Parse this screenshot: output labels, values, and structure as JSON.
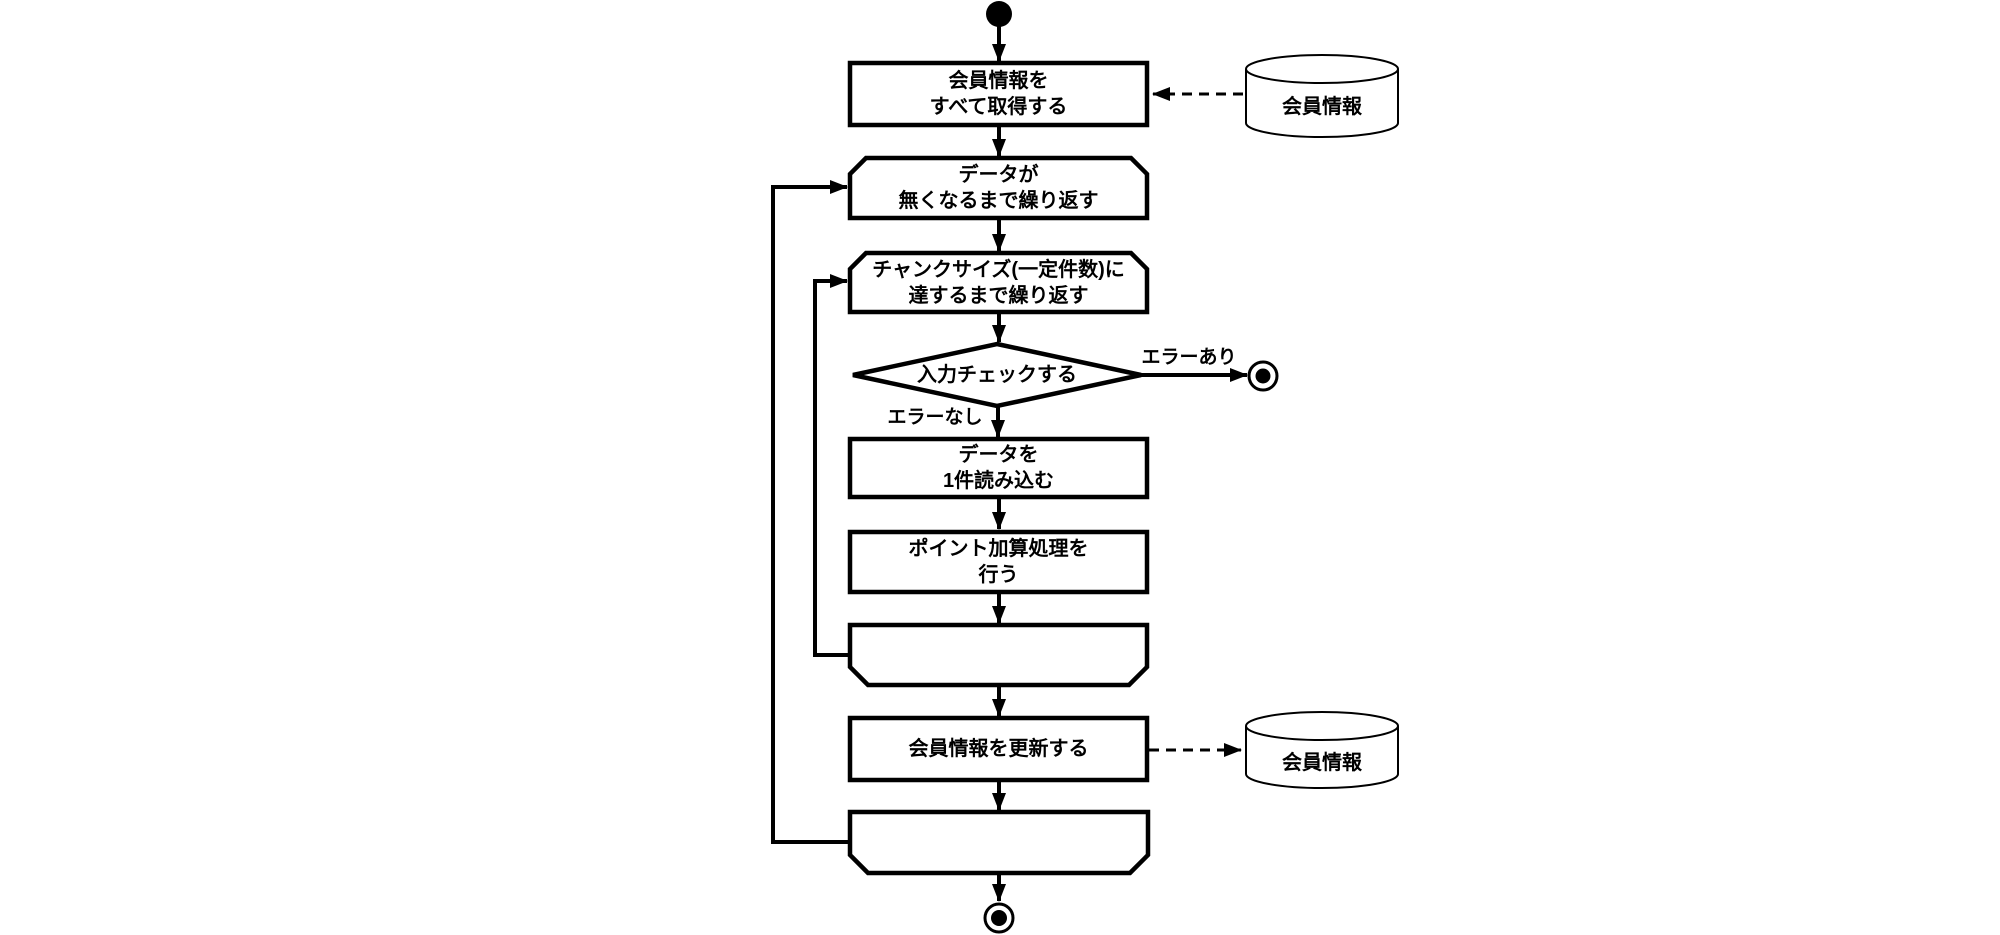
{
  "diagram": {
    "kind": "uml-activity-diagram",
    "colors": {
      "line": "#000000",
      "fill": "#ffffff",
      "background": "#ffffff",
      "text": "#000000"
    },
    "nodes": {
      "start": {
        "type": "initial-node"
      },
      "get_members": {
        "lines": [
          "会員情報を",
          "すべて取得する"
        ]
      },
      "datastore_top": {
        "label": "会員情報"
      },
      "loop_outer_start": {
        "lines": [
          "データが",
          "無くなるまで繰り返す"
        ]
      },
      "loop_inner_start": {
        "lines": [
          "チャンクサイズ(一定件数)に",
          "達するまで繰り返す"
        ]
      },
      "decision": {
        "label": "入力チェックする"
      },
      "read_one": {
        "lines": [
          "データを",
          "1件読み込む"
        ]
      },
      "add_points": {
        "lines": [
          "ポイント加算処理を",
          "行う"
        ]
      },
      "loop_inner_end": {
        "label": ""
      },
      "update_members": {
        "label": "会員情報を更新する"
      },
      "datastore_bottom": {
        "label": "会員情報"
      },
      "loop_outer_end": {
        "label": ""
      },
      "final_error": {
        "type": "activity-final-node"
      },
      "final_end": {
        "type": "activity-final-node"
      }
    },
    "edge_labels": {
      "error_yes": "エラーあり",
      "error_no": "エラーなし"
    }
  }
}
